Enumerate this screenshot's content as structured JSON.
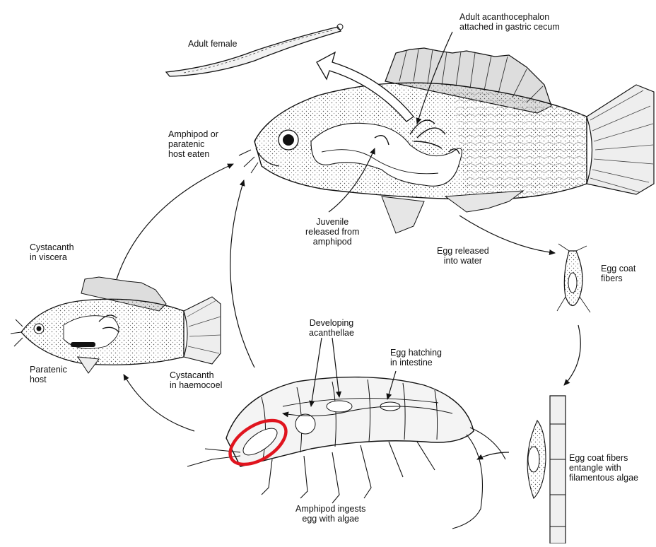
{
  "labels": {
    "adult_female": "Adult female",
    "adult_acanthocephalon": "Adult acanthocephalon\nattached in gastric cecum",
    "amphipod_or_paratenic": "Amphipod or\nparatenic\nhost eaten",
    "juvenile_released": "Juvenile\nreleased from\namphipod",
    "egg_released": "Egg released\ninto water",
    "egg_coat_fibers": "Egg coat\nfibers",
    "cystacanth_viscera": "Cystacanth\nin viscera",
    "paratenic_host": "Paratenic\nhost",
    "developing_acanthellae": "Developing\nacanthellae",
    "egg_hatching": "Egg hatching\nin intestine",
    "cystacanth_haemocoel": "Cystacanth\nin haemocoel",
    "egg_coat_fibers_entangle": "Egg coat fibers\nentangle with\nfilamentous algae",
    "amphipod_ingests": "Amphipod ingests\negg with algae"
  },
  "colors": {
    "ink": "#111111",
    "highlight": "#e0141e",
    "fish_fill": "#e9e9e9"
  }
}
